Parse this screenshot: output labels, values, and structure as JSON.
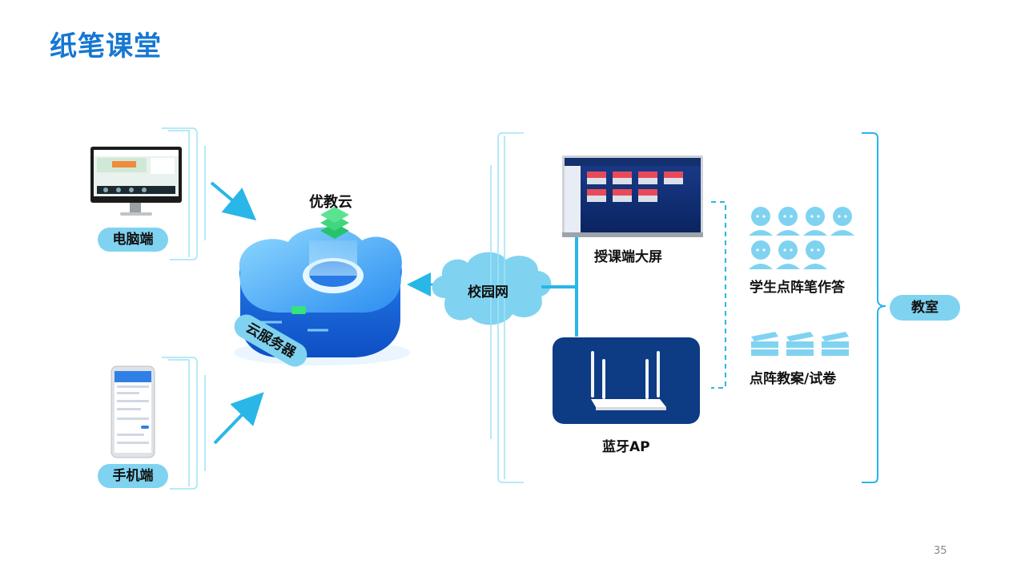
{
  "title": "纸笔课堂",
  "labels": {
    "pc": "电脑端",
    "phone": "手机端",
    "cloud_name": "优教云",
    "server": "云服务器",
    "campus_net": "校园网",
    "teacher_screen": "授课端大屏",
    "bluetooth_ap": "蓝牙AP",
    "student_pen": "学生点阵笔作答",
    "dot_paper": "点阵教案/试卷",
    "classroom": "教室"
  },
  "page_number": "35",
  "colors": {
    "title": "#1677d2",
    "pill": "#7fd3f0",
    "accent": "#29b6e8",
    "cloud_blue": "#1f6fe0",
    "ap_box": "#0d3b84",
    "green": "#27c36a"
  }
}
